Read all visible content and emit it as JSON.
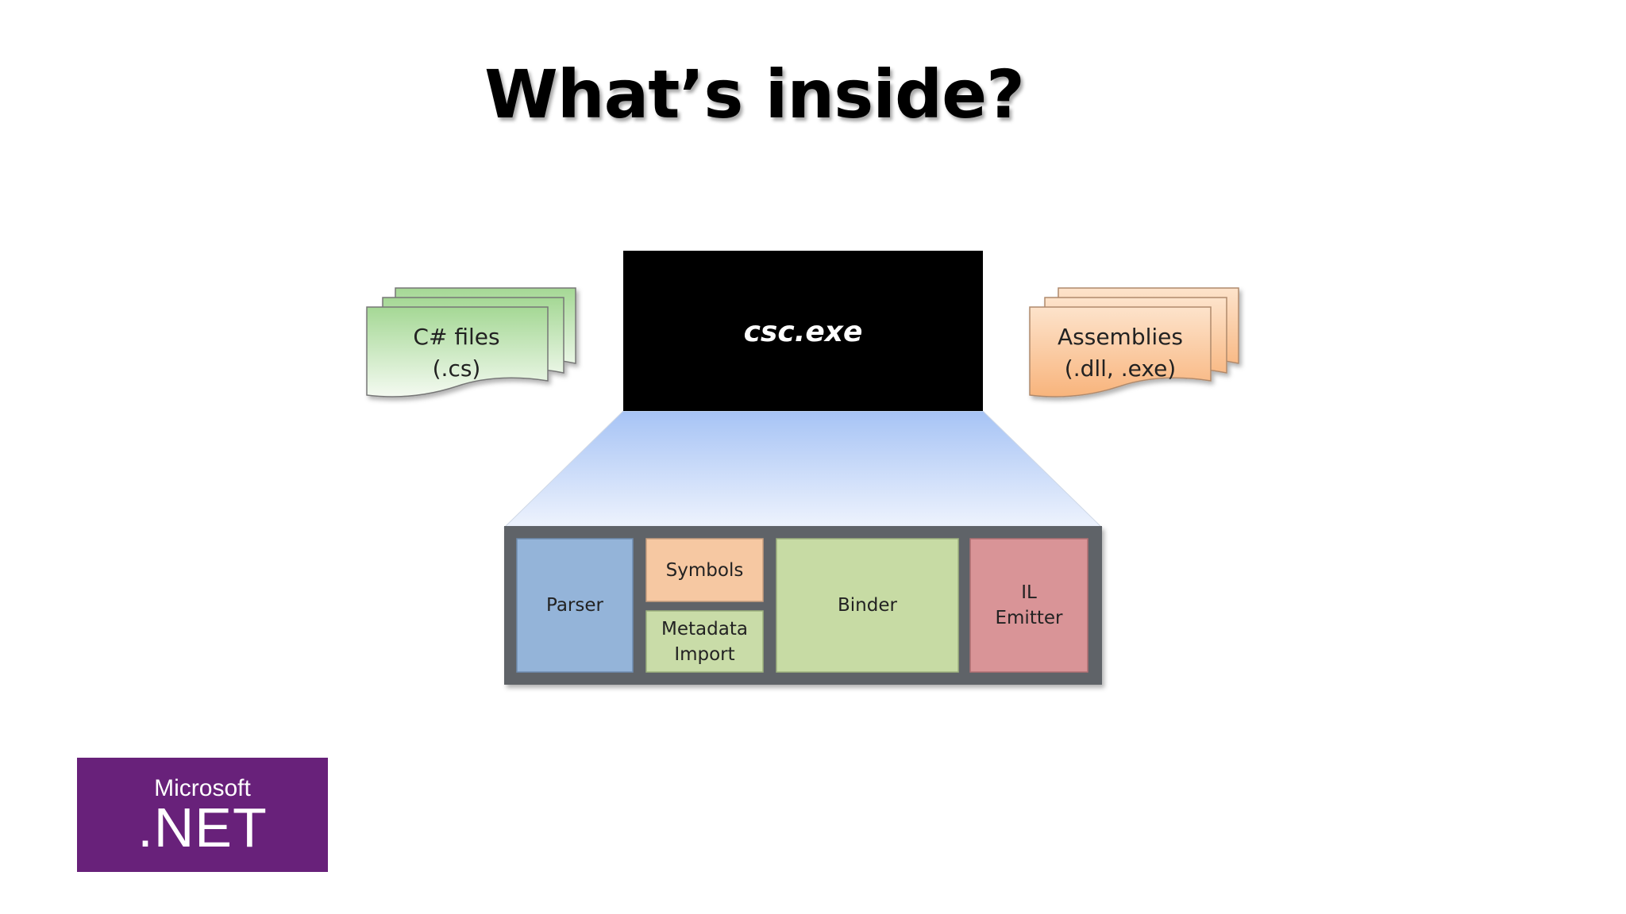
{
  "slide": {
    "title": "What’s inside?"
  },
  "diagram": {
    "compiler": "csc.exe",
    "input": {
      "line1": "C# files",
      "line2": "(.cs)"
    },
    "output": {
      "line1": "Assemblies",
      "line2": "(.dll, .exe)"
    },
    "components": {
      "parser": "Parser",
      "symbols": "Symbols",
      "metadata_import_line1": "Metadata",
      "metadata_import_line2": "Import",
      "binder": "Binder",
      "il_emitter_line1": "IL",
      "il_emitter_line2": "Emitter"
    },
    "colors": {
      "compiler_box": "#000000",
      "input_files": "#a8d99a",
      "output_files": "#f9c193",
      "parser": "#94b4d9",
      "symbols": "#f6c8a2",
      "metadata_import": "#c9dca8",
      "binder": "#c7dba4",
      "il_emitter": "#d99497",
      "frame": "#5f6368",
      "funnel": "#a9c6f5"
    }
  },
  "logo": {
    "line1": "Microsoft",
    "line2": ".NET",
    "color": "#68217a"
  }
}
